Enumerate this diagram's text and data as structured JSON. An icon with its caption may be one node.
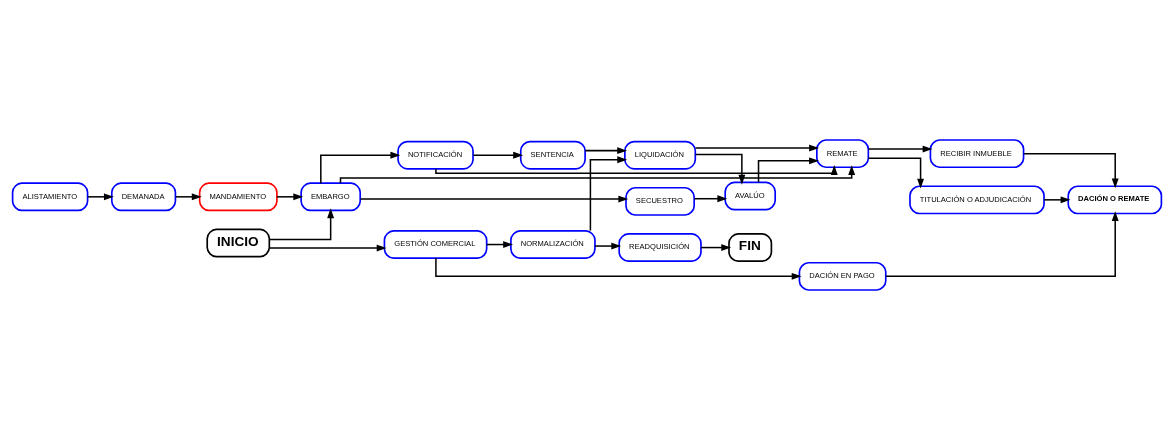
{
  "diagram": {
    "nodes": [
      {
        "text": [
          "ALISTAMIENTO"
        ]
      },
      {
        "text": [
          "DEMANADA"
        ]
      },
      {
        "text": [
          "MANDAMIENTO"
        ]
      },
      {
        "text": [
          "EMBARGO"
        ]
      },
      {
        "text": [
          "SECUESTRO"
        ]
      },
      {
        "text": [
          "NOTIFICACIÓN"
        ]
      },
      {
        "text": [
          "SENTENCIA"
        ]
      },
      {
        "text": [
          "LIQUIDACIÓN"
        ]
      },
      {
        "text": [
          "AVALÚO"
        ]
      },
      {
        "text": [
          "REMATE"
        ]
      },
      {
        "text": [
          "TITULACIÓN O ADJUDICACIÓN"
        ]
      },
      {
        "text": [
          "RECIBIR INMUEBLE"
        ]
      },
      {
        "text": [
          "INICIO"
        ]
      },
      {
        "text": [
          "NORMALIZACIÓN"
        ]
      },
      {
        "text": [
          "READQUISICIÓN"
        ]
      },
      {
        "text": [
          "FIN"
        ]
      },
      {
        "text": [
          "GESTIÓN COMERCIAL"
        ]
      },
      {
        "text": [
          "DACIÓN EN PAGO"
        ]
      },
      {
        "text": [
          "DACIÓN O REMATE"
        ]
      }
    ],
    "edges": [
      {
        "from": 0,
        "to": 1,
        "arrow": "to"
      },
      {
        "from": 1,
        "to": 2,
        "arrow": "to"
      },
      {
        "from": 2,
        "to": 3,
        "arrow": "to"
      },
      {
        "from": 12,
        "to": 3,
        "arrow": "to"
      },
      {
        "from": 12,
        "to": 16,
        "arrow": "to"
      },
      {
        "from": 3,
        "to": 4,
        "arrow": "to"
      },
      {
        "from": 3,
        "to": 5,
        "arrow": "to"
      },
      {
        "from": 5,
        "to": 6,
        "arrow": "to"
      },
      {
        "from": 6,
        "to": 7,
        "arrow": "to"
      },
      {
        "from": 7,
        "to": 8,
        "arrow": "to"
      },
      {
        "from": 4,
        "to": 8,
        "arrow": "to"
      },
      {
        "from": 8,
        "to": 9,
        "arrow": "to"
      },
      {
        "from": 3,
        "to": 9,
        "arrow": "to"
      },
      {
        "from": 5,
        "to": 9,
        "arrow": "to"
      },
      {
        "from": 7,
        "to": 9,
        "arrow": "to"
      },
      {
        "from": 13,
        "to": 7,
        "arrow": "to"
      },
      {
        "from": 9,
        "to": 10,
        "arrow": "to"
      },
      {
        "from": 9,
        "to": 11,
        "arrow": "to"
      },
      {
        "from": 10,
        "to": 18,
        "arrow": "to"
      },
      {
        "from": 11,
        "to": 18,
        "arrow": "to"
      },
      {
        "from": 16,
        "to": 13,
        "arrow": "to"
      },
      {
        "from": 16,
        "to": 17,
        "arrow": "to"
      },
      {
        "from": 13,
        "to": 14,
        "arrow": "to"
      },
      {
        "from": 14,
        "to": 15,
        "arrow": "to"
      },
      {
        "from": 17,
        "to": 18,
        "arrow": "to"
      }
    ]
  }
}
